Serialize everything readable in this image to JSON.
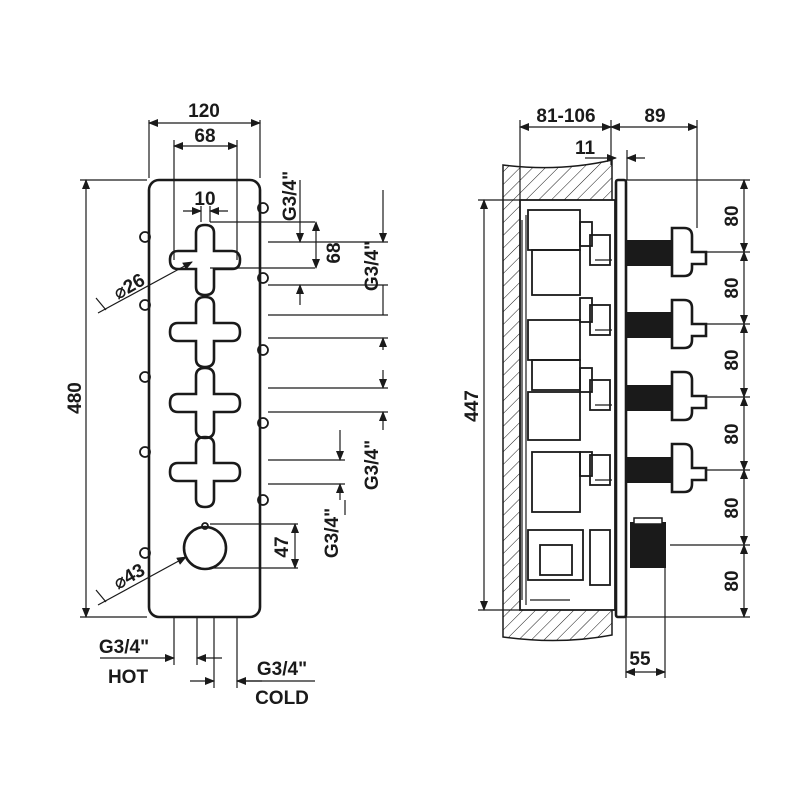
{
  "front_view": {
    "width_overall": "120",
    "width_handles": "68",
    "cross_width": "10",
    "height_overall": "480",
    "diam_handle": "26",
    "diam_knob": "43",
    "spacing_upper": "68",
    "spacing_lower": "47",
    "outlets": [
      "G3/4\"",
      "G3/4\"",
      "G3/4\"",
      "G3/4\""
    ],
    "inlet_hot_size": "G3/4\"",
    "inlet_hot_label": "HOT",
    "inlet_cold_size": "G3/4\"",
    "inlet_cold_label": "COLD"
  },
  "side_view": {
    "depth_range": "81-106",
    "projection": "89",
    "plate_offset": "11",
    "body_height": "447",
    "knob_projection": "55",
    "spacings": [
      "80",
      "80",
      "80",
      "80",
      "80",
      "80"
    ]
  }
}
